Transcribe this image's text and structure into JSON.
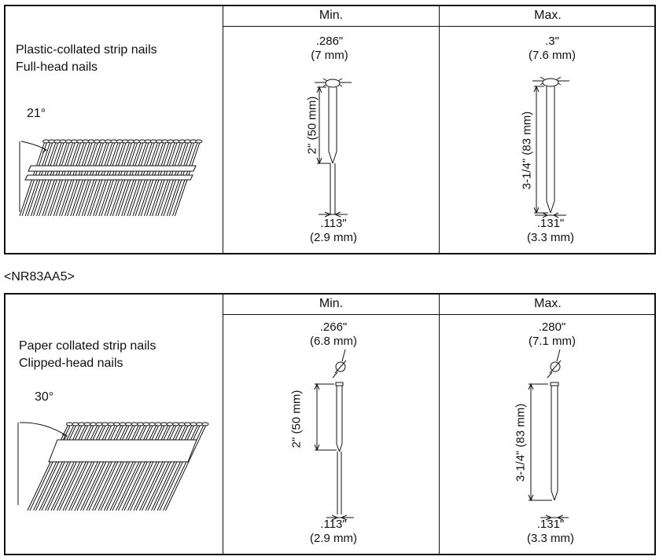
{
  "headers": {
    "min": "Min.",
    "max": "Max."
  },
  "table1": {
    "description_line1": "Plastic-collated strip nails",
    "description_line2": "Full-head nails",
    "angle": "21°",
    "min": {
      "head_in": ".286\"",
      "head_mm": "(7 mm)",
      "length": "2\" (50 mm)",
      "shank_in": ".113\"",
      "shank_mm": "(2.9 mm)"
    },
    "max": {
      "head_in": ".3\"",
      "head_mm": "(7.6 mm)",
      "length": "3-1/4\" (83 mm)",
      "shank_in": ".131\"",
      "shank_mm": "(3.3 mm)"
    }
  },
  "model_label": "<NR83AA5>",
  "table2": {
    "description_line1": "Paper collated strip nails",
    "description_line2": "Clipped-head nails",
    "angle": "30°",
    "min": {
      "head_in": ".266\"",
      "head_mm": "(6.8 mm)",
      "length": "2\" (50 mm)",
      "shank_in": ".113\"",
      "shank_mm": "(2.9 mm)"
    },
    "max": {
      "head_in": ".280\"",
      "head_mm": "(7.1 mm)",
      "length": "3-1/4\" (83 mm)",
      "shank_in": ".131\"",
      "shank_mm": "(3.3 mm)"
    }
  }
}
